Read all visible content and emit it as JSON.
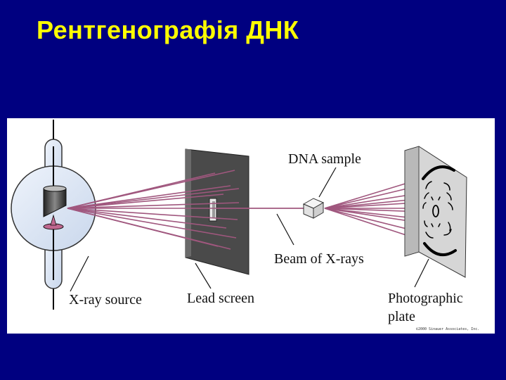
{
  "slide": {
    "title": "Рентгенографія ДНК"
  },
  "figure": {
    "labels": {
      "dna_sample": "DNA sample",
      "xray_source": "X-ray source",
      "lead_screen": "Lead screen",
      "beam": "Beam of X-rays",
      "plate_line1": "Photographic",
      "plate_line2": "plate"
    },
    "copyright": "©2000 Sinauer Associates, Inc.",
    "colors": {
      "background": "#000080",
      "title": "#ffff00",
      "beam": "#a0577e",
      "screen": "#4a4a4a",
      "plate": "#d6d6d6"
    }
  }
}
